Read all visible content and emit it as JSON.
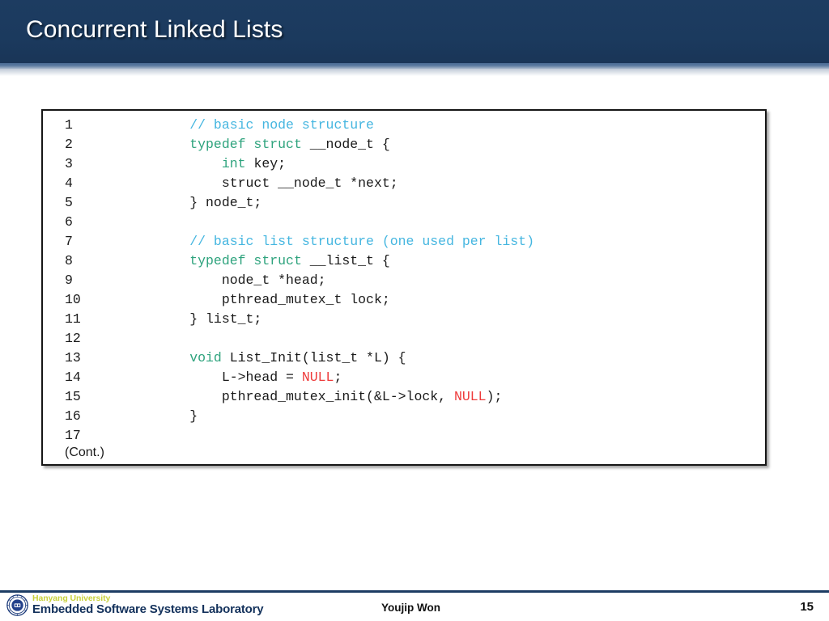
{
  "slide": {
    "title": "Concurrent Linked Lists",
    "banner_color": "#1b3a5e",
    "accent_color": "#5c7aa0"
  },
  "code": {
    "syntax_colors": {
      "keyword": "#2ea37d",
      "comment": "#45b6e0",
      "null_literal": "#ee3a3a",
      "plain": "#1a1a1a"
    },
    "continuation_label": "(Cont.)",
    "lines": [
      {
        "n": "1",
        "segments": [
          {
            "t": "        ",
            "c": "plain"
          },
          {
            "t": "// basic node structure",
            "c": "comment"
          }
        ]
      },
      {
        "n": "2",
        "segments": [
          {
            "t": "        ",
            "c": "plain"
          },
          {
            "t": "typedef struct",
            "c": "keyword"
          },
          {
            "t": " __node_t {",
            "c": "plain"
          }
        ]
      },
      {
        "n": "3",
        "segments": [
          {
            "t": "            ",
            "c": "plain"
          },
          {
            "t": "int",
            "c": "keyword"
          },
          {
            "t": " key;",
            "c": "plain"
          }
        ]
      },
      {
        "n": "4",
        "segments": [
          {
            "t": "            struct __node_t *next;",
            "c": "plain"
          }
        ]
      },
      {
        "n": "5",
        "segments": [
          {
            "t": "        } node_t;",
            "c": "plain"
          }
        ]
      },
      {
        "n": "6",
        "segments": [
          {
            "t": "",
            "c": "plain"
          }
        ]
      },
      {
        "n": "7",
        "segments": [
          {
            "t": "        ",
            "c": "plain"
          },
          {
            "t": "// basic list structure (one used per list)",
            "c": "comment"
          }
        ]
      },
      {
        "n": "8",
        "segments": [
          {
            "t": "        ",
            "c": "plain"
          },
          {
            "t": "typedef struct",
            "c": "keyword"
          },
          {
            "t": " __list_t {",
            "c": "plain"
          }
        ]
      },
      {
        "n": "9",
        "segments": [
          {
            "t": "            node_t *head;",
            "c": "plain"
          }
        ]
      },
      {
        "n": "10",
        "segments": [
          {
            "t": "            pthread_mutex_t lock;",
            "c": "plain"
          }
        ]
      },
      {
        "n": "11",
        "segments": [
          {
            "t": "        } list_t;",
            "c": "plain"
          }
        ]
      },
      {
        "n": "12",
        "segments": [
          {
            "t": "",
            "c": "plain"
          }
        ]
      },
      {
        "n": "13",
        "segments": [
          {
            "t": "        ",
            "c": "plain"
          },
          {
            "t": "void",
            "c": "keyword"
          },
          {
            "t": " List_Init(list_t *L) {",
            "c": "plain"
          }
        ]
      },
      {
        "n": "14",
        "segments": [
          {
            "t": "            L->head = ",
            "c": "plain"
          },
          {
            "t": "NULL",
            "c": "null_literal"
          },
          {
            "t": ";",
            "c": "plain"
          }
        ]
      },
      {
        "n": "15",
        "segments": [
          {
            "t": "            pthread_mutex_init(&L->lock, ",
            "c": "plain"
          },
          {
            "t": "NULL",
            "c": "null_literal"
          },
          {
            "t": ");",
            "c": "plain"
          }
        ]
      },
      {
        "n": "16",
        "segments": [
          {
            "t": "        }",
            "c": "plain"
          }
        ]
      },
      {
        "n": "17",
        "segments": [
          {
            "t": "",
            "c": "plain"
          }
        ]
      }
    ]
  },
  "footer": {
    "university": "Hanyang University",
    "lab_name": "Embedded Software Systems Laboratory",
    "author": "Youjip Won",
    "page_number": "15",
    "university_color": "#c9d13b",
    "lab_name_color": "#14325c"
  }
}
